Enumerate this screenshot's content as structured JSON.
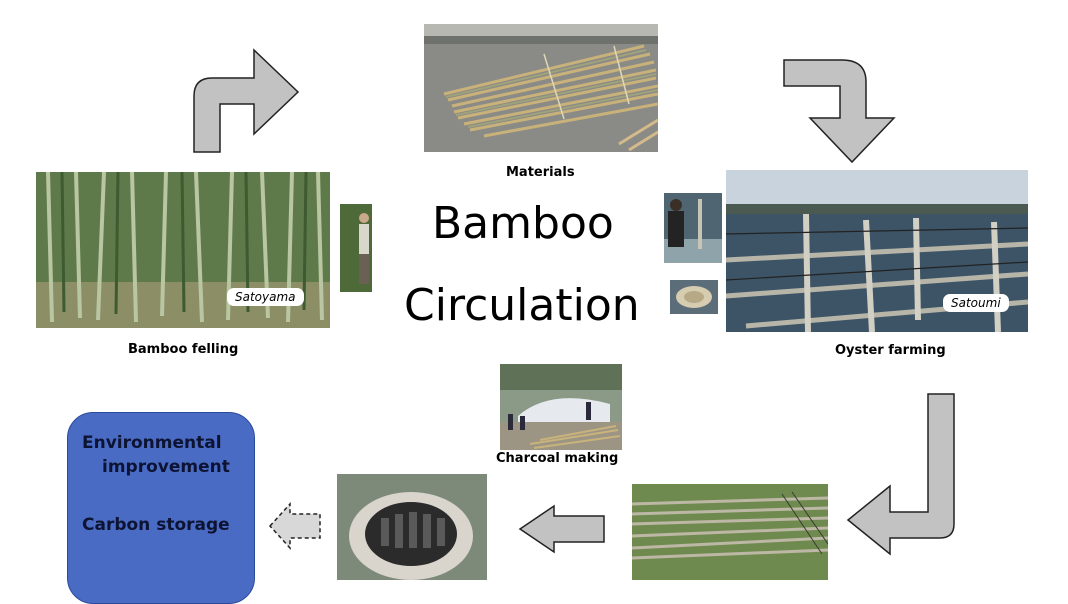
{
  "title": {
    "line1": "Bamboo",
    "line2": "Circulation"
  },
  "captions": {
    "materials": "Materials",
    "bamboo_felling": "Bamboo felling",
    "oyster_farming": "Oyster farming",
    "charcoal_making": "Charcoal making"
  },
  "photo_tags": {
    "satoyama": "Satoyama",
    "satoumi": "Satoumi"
  },
  "benefits": {
    "line1": "Environmental",
    "line2": "improvement",
    "line3": "Carbon storage"
  },
  "colors": {
    "arrow_fill": "#c2c2c2",
    "arrow_stroke": "#222222",
    "box_fill": "#4a6bc4"
  }
}
